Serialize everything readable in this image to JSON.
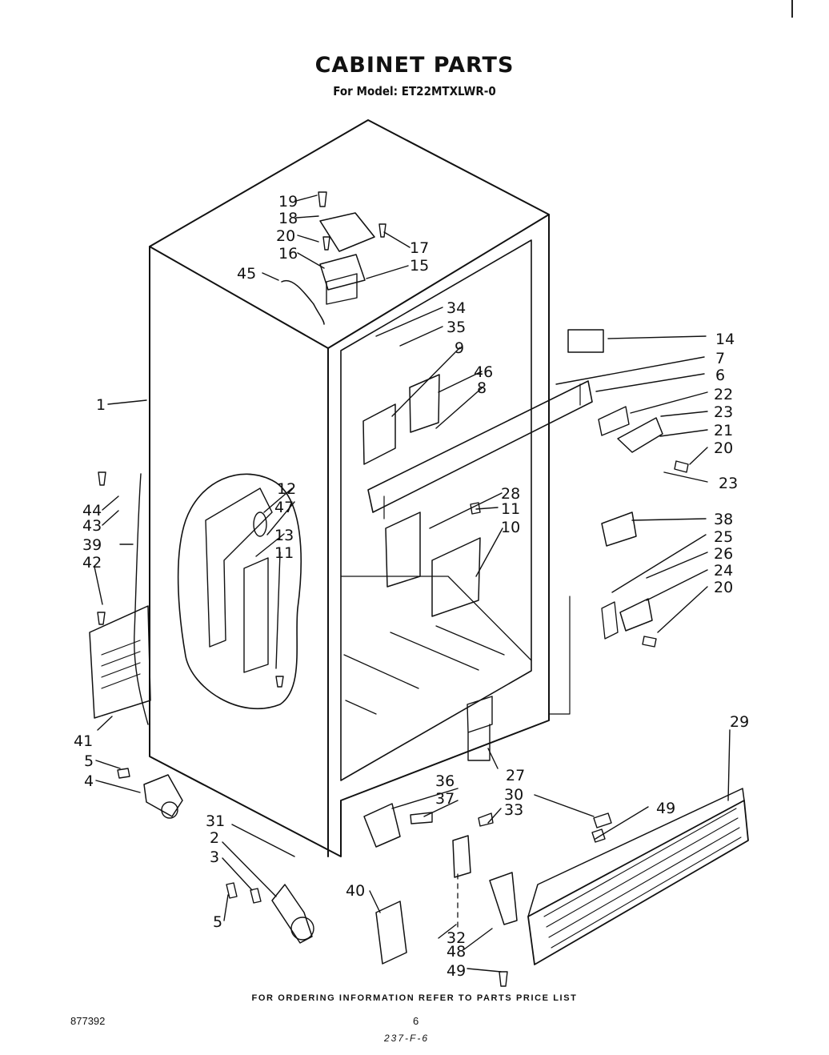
{
  "title": "CABINET PARTS",
  "subtitle": "For Model: ET22MTXLWR-0",
  "footer_note": "FOR ORDERING INFORMATION REFER TO PARTS PRICE LIST",
  "doc_number": "877392",
  "page_number": "6",
  "handwritten_ref": "237-F-6",
  "callouts": [
    "19",
    "18",
    "20",
    "16",
    "17",
    "15",
    "45",
    "34",
    "35",
    "9",
    "46",
    "8",
    "14",
    "7",
    "6",
    "22",
    "23",
    "21",
    "20",
    "23",
    "1",
    "12",
    "47",
    "13",
    "11",
    "44",
    "43",
    "39",
    "42",
    "28",
    "11",
    "10",
    "38",
    "25",
    "26",
    "24",
    "20",
    "41",
    "5",
    "4",
    "29",
    "27",
    "36",
    "37",
    "30",
    "33",
    "49",
    "31",
    "2",
    "3",
    "5",
    "40",
    "32",
    "48",
    "49"
  ]
}
